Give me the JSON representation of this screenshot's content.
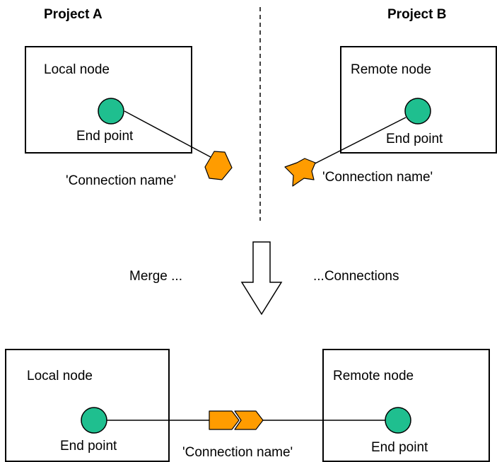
{
  "colors": {
    "endpoint_fill": "#1fbf8f",
    "connector_fill": "#ff9c00"
  },
  "top": {
    "project_a": {
      "title": "Project A",
      "node_label": "Local node",
      "endpoint_label": "End point",
      "connection_label": "'Connection name'"
    },
    "project_b": {
      "title": "Project B",
      "node_label": "Remote node",
      "endpoint_label": "End point",
      "connection_label": "'Connection name'"
    }
  },
  "merge": {
    "left_text": "Merge ...",
    "right_text": "...Connections"
  },
  "bottom": {
    "local_node_label": "Local node",
    "local_endpoint_label": "End point",
    "remote_node_label": "Remote node",
    "remote_endpoint_label": "End point",
    "connection_label": "'Connection name'"
  }
}
